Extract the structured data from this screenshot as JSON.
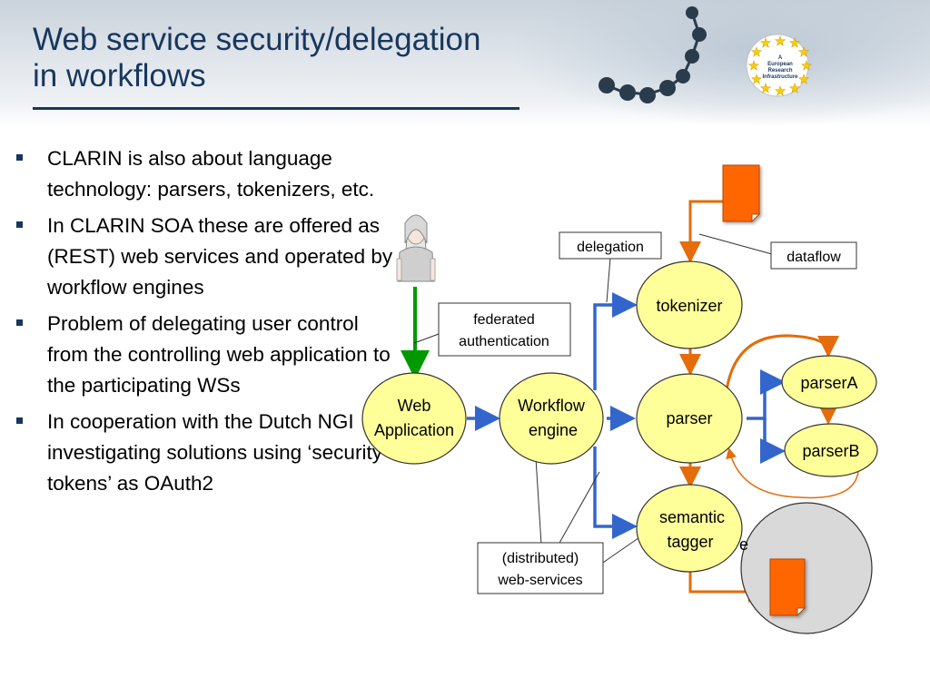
{
  "slide": {
    "title_line1": "Web service security/delegation",
    "title_line2": "in workflows"
  },
  "logo": {
    "text_line1": "A",
    "text_line2": "European",
    "text_line3": "Research",
    "text_line4": "Infrastructure"
  },
  "bullets": [
    "CLARIN is also about language technology: parsers, tokenizers, etc.",
    "In CLARIN SOA these are offered as  (REST) web services and operated by workflow engines",
    "Problem of delegating user control from the controlling web application to the participating WSs",
    "In cooperation with the Dutch NGI investigating solutions using ‘security tokens’ as OAuth2"
  ],
  "diagram": {
    "web_app": [
      "Web",
      "Application"
    ],
    "workflow_engine": [
      "Workflow",
      "engine"
    ],
    "tokenizer": "tokenizer",
    "parser": "parser",
    "parserA": "parserA",
    "parserB": "parserB",
    "semantic_tagger": [
      "semantic",
      "tagger"
    ],
    "delegation_label": "delegation",
    "dataflow_label": "dataflow",
    "federated_auth": [
      "federated",
      "authentication"
    ],
    "distributed_ws": [
      "(distributed)",
      "web-services"
    ],
    "partial_glyph": "e"
  },
  "colors": {
    "title": "#17375e",
    "node_fill": "#ffff99",
    "blue_arrow": "#3366cc",
    "green_arrow": "#009900",
    "orange_arrow": "#e46c0a",
    "document_orange": "#ff6600",
    "storage_gray": "#d9d9d9"
  }
}
